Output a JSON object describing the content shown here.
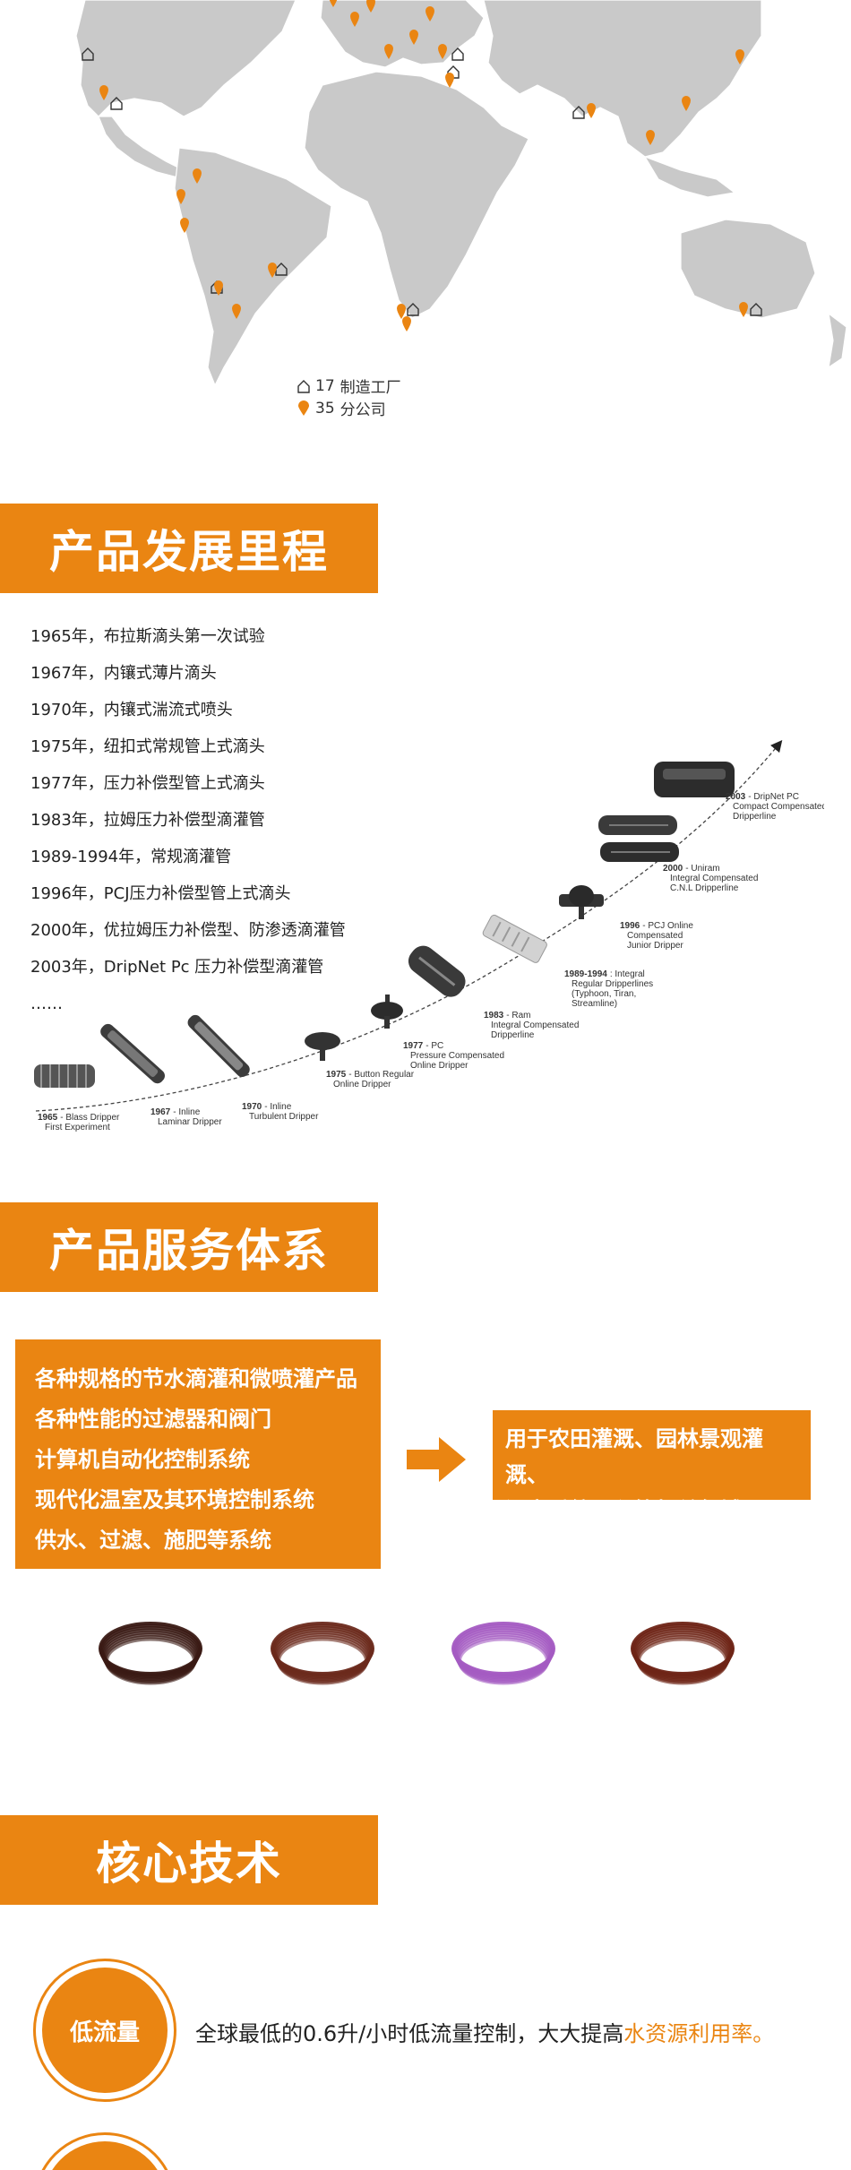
{
  "map": {
    "legend": [
      {
        "icon": "factory-icon",
        "count": "17",
        "label": "制造工厂"
      },
      {
        "icon": "office-icon",
        "count": "35",
        "label": "分公司"
      }
    ]
  },
  "history": {
    "title": "产品发展里程",
    "milestones": [
      "1965年，布拉斯滴头第一次试验",
      "1967年，内镶式薄片滴头",
      "1970年，内镶式湍流式喷头",
      "1975年，纽扣式常规管上式滴头",
      "1977年，压力补偿型管上式滴头",
      "1983年，拉姆压力补偿型滴灌管",
      "1989-1994年，常规滴灌管",
      "1996年，PCJ压力补偿型管上式滴头",
      "2000年，优拉姆压力补偿型、防渗透滴灌管",
      "2003年，DripNet Pc 压力补偿型滴灌管",
      "……"
    ],
    "timeline": [
      {
        "year": "1965",
        "lines": [
          "- Blass Dripper",
          "First Experiment"
        ]
      },
      {
        "year": "1967",
        "lines": [
          "- Inline",
          "Laminar Dripper"
        ]
      },
      {
        "year": "1970",
        "lines": [
          "- Inline",
          "Turbulent Dripper"
        ]
      },
      {
        "year": "1975",
        "lines": [
          "- Button Regular",
          "Online Dripper"
        ]
      },
      {
        "year": "1977",
        "lines": [
          "- PC",
          "Pressure Compensated",
          "Online Dripper"
        ]
      },
      {
        "year": "1983",
        "lines": [
          "- Ram",
          "Integral Compensated",
          "Dripperline"
        ]
      },
      {
        "year": "1989-1994",
        "lines": [
          ": Integral",
          "Regular Dripperlines",
          "(Typhoon, Tiran,",
          "Streamline)"
        ]
      },
      {
        "year": "1996",
        "lines": [
          "- PCJ Online",
          "Compensated",
          "Junior Dripper"
        ]
      },
      {
        "year": "2000",
        "lines": [
          "- Uniram",
          "Integral Compensated",
          "C.N.L Dripperline"
        ]
      },
      {
        "year": "2003",
        "lines": [
          "- DripNet PC",
          "Compact Compensated",
          "Dripperline"
        ]
      }
    ]
  },
  "service": {
    "title": "产品服务体系",
    "items": [
      "各种规格的节水滴灌和微喷灌产品",
      "各种性能的过滤器和阀门",
      "计算机自动化控制系统",
      "现代化温室及其环境控制系统",
      "供水、过滤、施肥等系统"
    ],
    "target_line1": "用于农田灌溉、园林景观灌溉、",
    "target_line2": "温室系统工程等相关领域",
    "coil_colors": [
      "#3a1a14",
      "#6b2a1c",
      "#a45bc2",
      "#6e2416"
    ]
  },
  "core": {
    "title": "核心技术",
    "items": [
      {
        "name": "低流量",
        "text": "全球最低的0.6升/小时低流量控制，大大提高",
        "highlight": "水资源利用率。"
      }
    ]
  },
  "colors": {
    "accent": "#ea8512",
    "map_land": "#c9c9c9"
  }
}
